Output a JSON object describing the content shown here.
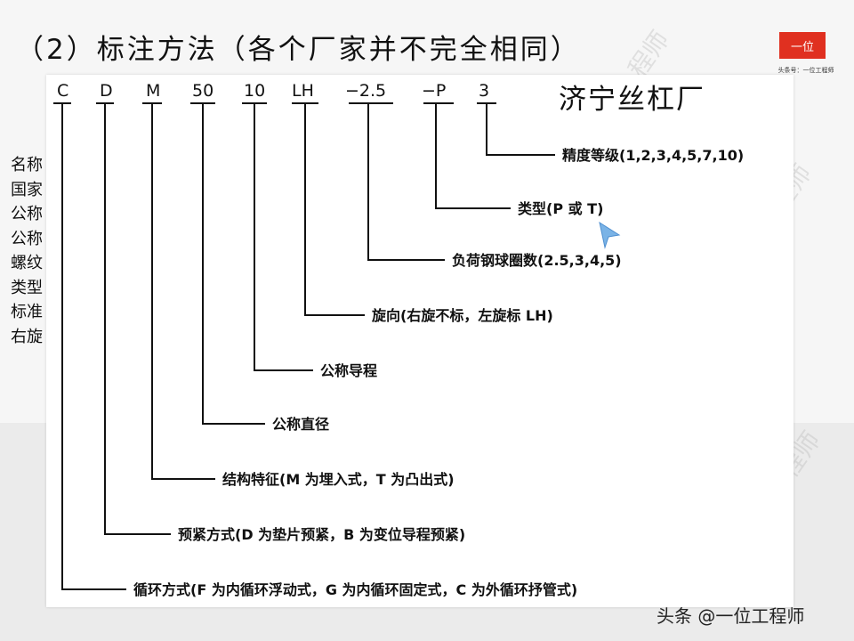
{
  "title": "（2）标注方法（各个厂家并不完全相同）",
  "logo": {
    "text": "一位",
    "caption": "头条号：一位工程师"
  },
  "watermark_text": "程师",
  "left_text_lines": [
    "名称",
    "国家",
    "公称",
    "公称",
    "螺纹",
    "类型",
    "标准",
    "右旋"
  ],
  "figure": {
    "factory_name": "济宁丝杠厂",
    "codes": [
      "C",
      "D",
      "M",
      "50",
      "10",
      "LH",
      "−2.5",
      "−P",
      "3"
    ],
    "labels": [
      "精度等级(1,2,3,4,5,7,10)",
      "类型(P 或 T)",
      "负荷钢球圈数(2.5,3,4,5)",
      "旋向(右旋不标，左旋标 LH)",
      "公称导程",
      "公称直径",
      "结构特征(M 为埋入式，T 为凸出式)",
      "预紧方式(D 为垫片预紧，B 为变位导程预紧)",
      "循环方式(F 为内循环浮动式，G 为内循环固定式，C 为外循环抒管式)"
    ]
  },
  "footer_credit": "头条 @一位工程师"
}
